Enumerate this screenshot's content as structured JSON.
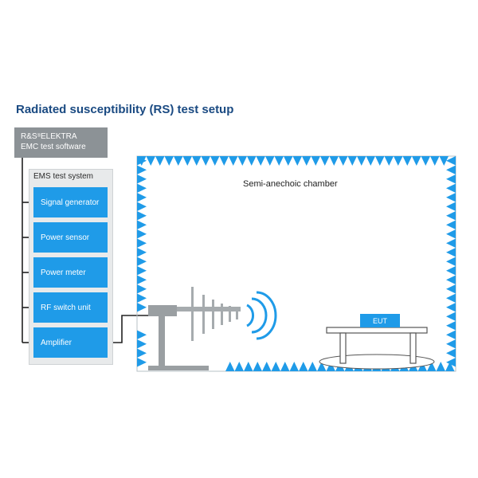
{
  "title": "Radiated susceptibility (RS) test setup",
  "software": {
    "brand": "R&S",
    "trademark": "®",
    "product": "ELEKTRA",
    "subtitle": "EMC test software"
  },
  "ems_system": {
    "label": "EMS test system",
    "modules": [
      {
        "label": "Signal generator"
      },
      {
        "label": "Power sensor"
      },
      {
        "label": "Power meter"
      },
      {
        "label": "RF switch unit"
      },
      {
        "label": "Amplifier"
      }
    ]
  },
  "chamber": {
    "label": "Semi-anechoic chamber",
    "absorber_color": "#1f9be8"
  },
  "eut": {
    "label": "EUT"
  },
  "colors": {
    "title": "#1a4a82",
    "module": "#1f9be8",
    "software": "#8c9296",
    "ems_bg": "#e8eaeb",
    "equipment": "#9a9fa2"
  }
}
